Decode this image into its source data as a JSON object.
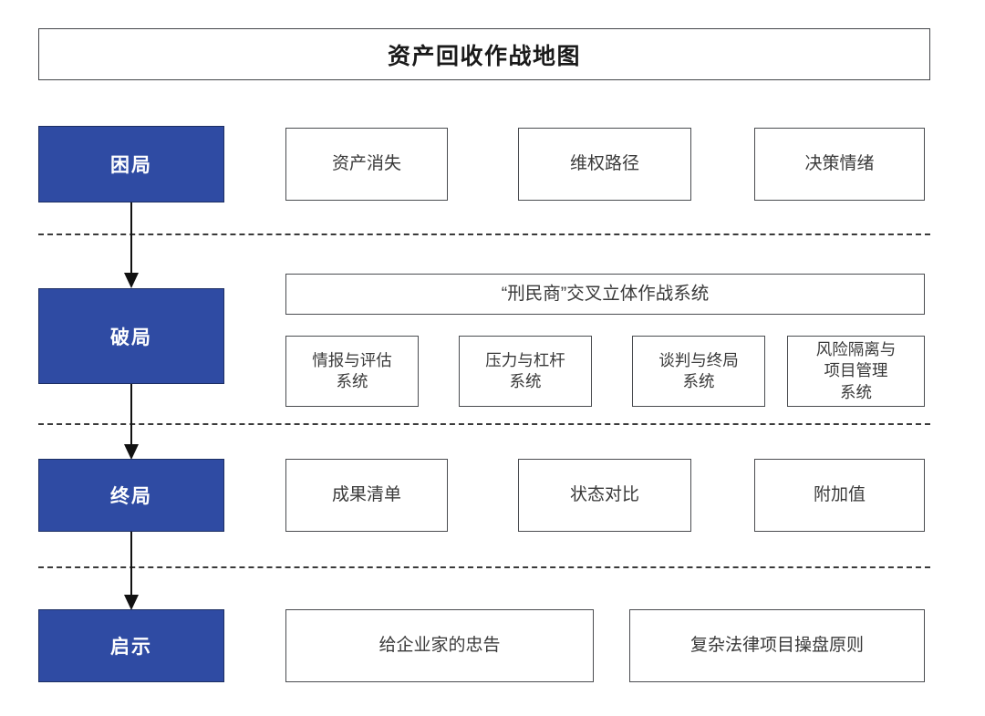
{
  "page": {
    "title": "资产回收作战地图",
    "background_color": "#ffffff",
    "accent_color": "#2f4ba3",
    "border_color": "#4a4c50"
  },
  "rows": [
    {
      "stage": "困局",
      "boxes": [
        {
          "label": "资产消失"
        },
        {
          "label": "维权路径"
        },
        {
          "label": "决策情绪"
        }
      ]
    },
    {
      "stage": "破局",
      "banner": "“刑民商”交叉立体作战系统",
      "boxes": [
        {
          "label": "情报与评估\n系统"
        },
        {
          "label": "压力与杠杆\n系统"
        },
        {
          "label": "谈判与终局\n系统"
        },
        {
          "label": "风险隔离与\n项目管理\n系统"
        }
      ]
    },
    {
      "stage": "终局",
      "boxes": [
        {
          "label": "成果清单"
        },
        {
          "label": "状态对比"
        },
        {
          "label": "附加值"
        }
      ]
    },
    {
      "stage": "启示",
      "boxes": [
        {
          "label": "给企业家的忠告"
        },
        {
          "label": "复杂法律项目操盘原则"
        }
      ]
    }
  ]
}
